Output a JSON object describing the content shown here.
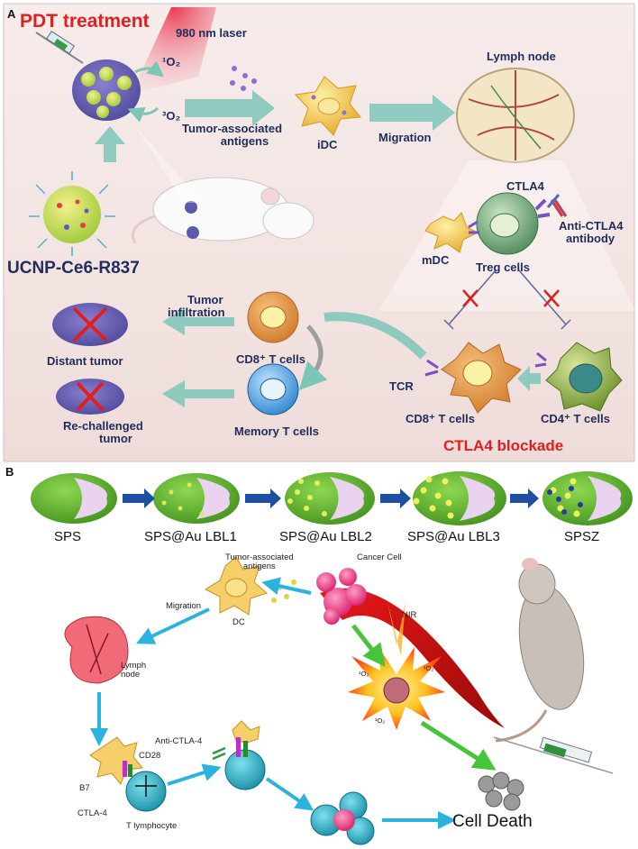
{
  "panel_a": {
    "letter": "A",
    "pdt_treatment": "PDT treatment",
    "laser": "980 nm laser",
    "singlet_oxygen": "¹O₂",
    "triplet_oxygen": "³O₂",
    "tumor_antigens": [
      "Tumor-associated",
      "antigens"
    ],
    "idc": "iDC",
    "migration": "Migration",
    "lymph_node": "Lymph node",
    "ctla4": "CTLA4",
    "anti_ctla4": [
      "Anti-CTLA4",
      "antibody"
    ],
    "mdc": "mDC",
    "treg": "Treg cells",
    "nanoparticle": "UCNP-Ce6-R837",
    "tumor_infiltration": [
      "Tumor",
      "infiltration"
    ],
    "distant_tumor": "Distant tumor",
    "cd8_top": "CD8⁺ T cells",
    "memory": "Memory T cells",
    "rechallenged": [
      "Re-challenged",
      "tumor"
    ],
    "tcr": "TCR",
    "cd8_bottom": "CD8⁺ T cells",
    "cd4": "CD4⁺ T cells",
    "blockade": "CTLA4 blockade"
  },
  "panel_b": {
    "letter": "B",
    "stages": [
      "SPS",
      "SPS@Au LBL1",
      "SPS@Au LBL2",
      "SPS@Au LBL3",
      "SPSZ"
    ],
    "tumor_antigens": [
      "Tumor-associated",
      "antigens"
    ],
    "cancer_cell": "Cancer Cell",
    "dc": "DC",
    "migration": "Migration",
    "lymph_node": [
      "Lymph",
      "node"
    ],
    "nir": "NIR",
    "anti_ctla4": "Anti-CTLA-4",
    "cd28": "CD28",
    "b7": "B7",
    "ctla4": "CTLA-4",
    "t_lymphocyte": "T lymphocyte",
    "cell_death": "Cell Death",
    "oxygen_tag": "¹O₂"
  },
  "colors": {
    "navy_text": "#1f2d5c",
    "red_text": "#e02020",
    "teal_arrow": "#7cc6b8",
    "blue_arrow": "#1e4fa0",
    "cyan_arrow": "#2ab3de",
    "green_arrow": "#46c43a",
    "cd8_cell": "#e39a45",
    "memory_cell": "#4aa3e0",
    "cd4_cell": "#6e9a3a",
    "treg_cell": "#5a9a6a",
    "dc_cell": "#f0c040"
  }
}
